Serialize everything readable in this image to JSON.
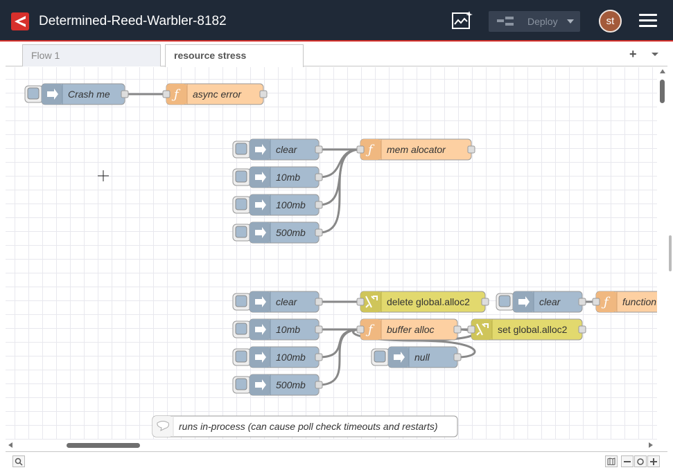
{
  "header": {
    "title": "Determined-Reed-Warbler-8182",
    "deploy_label": "Deploy",
    "user_initials": "st"
  },
  "tabs": [
    {
      "label": "Flow 1",
      "active": false
    },
    {
      "label": "resource stress",
      "active": true
    }
  ],
  "colors": {
    "header_bg": "#1f2937",
    "inject": "#a6bbcf",
    "function": "#fdd0a2",
    "change": "#e2d96e",
    "comment": "#ffffff"
  },
  "nodes": {
    "crash_me": "Crash me",
    "async_error": "async error",
    "g2_clear": "clear",
    "g2_10mb": "10mb",
    "g2_100mb": "100mb",
    "g2_500mb": "500mb",
    "mem_alocator": "mem alocator",
    "g3_clear": "clear",
    "g3_10mb": "10mb",
    "g3_100mb": "100mb",
    "g3_500mb": "500mb",
    "delete_global": "delete global.alloc2",
    "clear_right": "clear",
    "function_right": "function",
    "buffer_alloc": "buffer alloc",
    "set_global": "set global.alloc2",
    "null_node": "null",
    "comment": "runs in-process (can cause poll check timeouts and restarts)"
  }
}
